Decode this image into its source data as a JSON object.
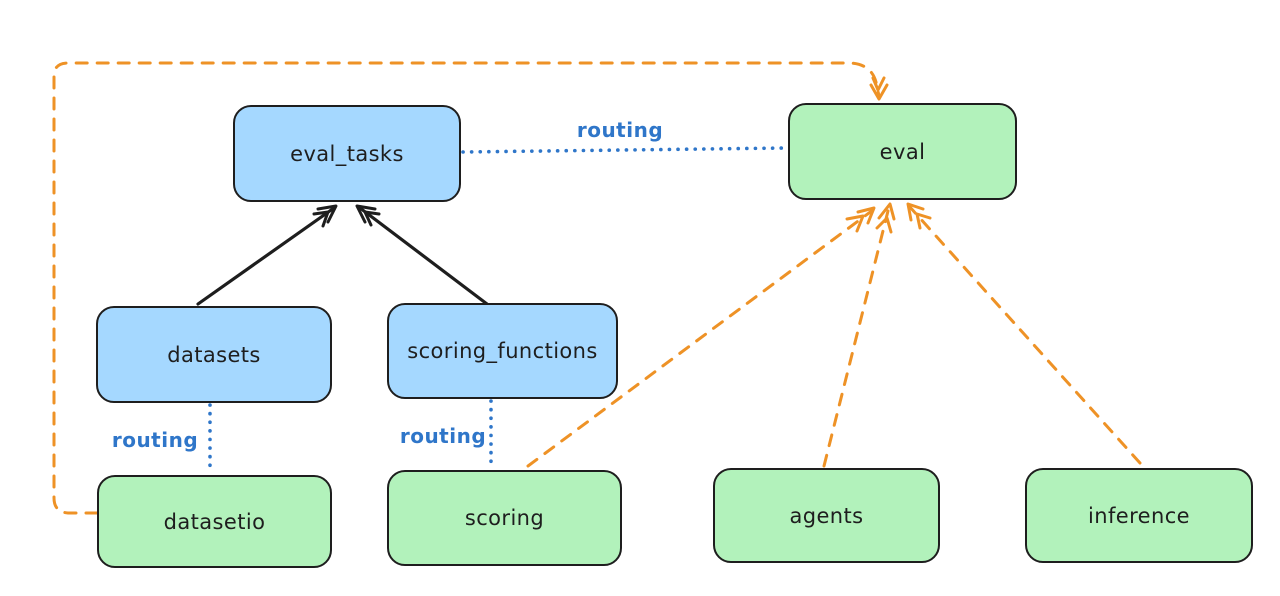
{
  "diagram": {
    "background": "#ffffff",
    "nodes": [
      {
        "id": "eval_tasks",
        "label": "eval_tasks",
        "kind": "registry",
        "fill": "#a5d8ff"
      },
      {
        "id": "eval",
        "label": "eval",
        "kind": "api",
        "fill": "#b2f2bb"
      },
      {
        "id": "datasets",
        "label": "datasets",
        "kind": "registry",
        "fill": "#a5d8ff"
      },
      {
        "id": "scoring_functions",
        "label": "scoring_functions",
        "kind": "registry",
        "fill": "#a5d8ff"
      },
      {
        "id": "datasetio",
        "label": "datasetio",
        "kind": "api",
        "fill": "#b2f2bb"
      },
      {
        "id": "scoring",
        "label": "scoring",
        "kind": "api",
        "fill": "#b2f2bb"
      },
      {
        "id": "agents",
        "label": "agents",
        "kind": "api",
        "fill": "#b2f2bb"
      },
      {
        "id": "inference",
        "label": "inference",
        "kind": "api",
        "fill": "#b2f2bb"
      }
    ],
    "edges": [
      {
        "from": "datasets",
        "to": "eval_tasks",
        "style": "solid",
        "color": "#1e1e1e",
        "arrow": true,
        "label": ""
      },
      {
        "from": "scoring_functions",
        "to": "eval_tasks",
        "style": "solid",
        "color": "#1e1e1e",
        "arrow": true,
        "label": ""
      },
      {
        "from": "eval_tasks",
        "to": "eval",
        "style": "dotted",
        "color": "#2f76c9",
        "arrow": false,
        "label": "routing"
      },
      {
        "from": "datasets",
        "to": "datasetio",
        "style": "dotted",
        "color": "#2f76c9",
        "arrow": false,
        "label": "routing"
      },
      {
        "from": "scoring_functions",
        "to": "scoring",
        "style": "dotted",
        "color": "#2f76c9",
        "arrow": false,
        "label": "routing"
      },
      {
        "from": "datasetio",
        "to": "eval",
        "style": "dashed",
        "color": "#ee9226",
        "arrow": true,
        "label": ""
      },
      {
        "from": "scoring",
        "to": "eval",
        "style": "dashed",
        "color": "#ee9226",
        "arrow": true,
        "label": ""
      },
      {
        "from": "agents",
        "to": "eval",
        "style": "dashed",
        "color": "#ee9226",
        "arrow": true,
        "label": ""
      },
      {
        "from": "inference",
        "to": "eval",
        "style": "dashed",
        "color": "#ee9226",
        "arrow": true,
        "label": ""
      }
    ],
    "colors": {
      "registry_fill": "#a5d8ff",
      "api_fill": "#b2f2bb",
      "node_stroke": "#1e1e1e",
      "routing_blue": "#2f76c9",
      "provider_orange": "#ee9226"
    }
  }
}
